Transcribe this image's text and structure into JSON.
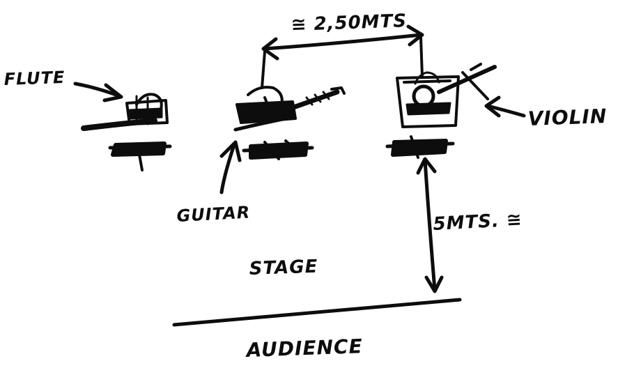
{
  "labels": {
    "flute": "FLUTE",
    "guitar": "GUITAR",
    "violin": "VIOLIN",
    "stage": "STAGE",
    "audience": "AUDIENCE",
    "distance_between_musicians": "≅ 2,50MTS",
    "distance_to_audience": "5MTS. ≅"
  },
  "colors": {
    "ink": "#0d0d0d",
    "background": "#ffffff"
  }
}
